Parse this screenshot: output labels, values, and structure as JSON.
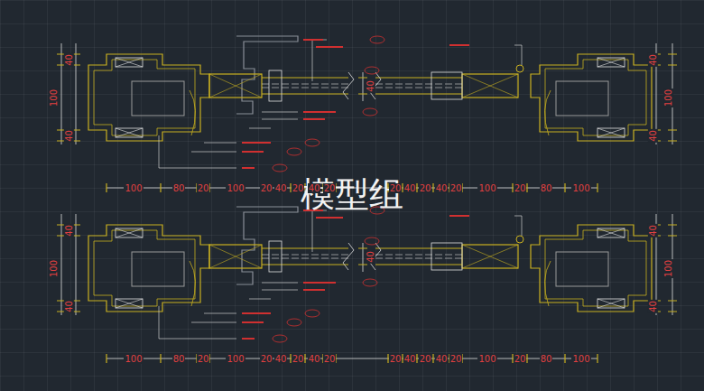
{
  "diagram": {
    "labels": [
      "模型组",
      "100",
      "80",
      "20",
      "100",
      "20",
      "40",
      "20",
      "40",
      "20",
      "20",
      "40",
      "20",
      "40",
      "20",
      "100",
      "20",
      "80",
      "100",
      "100",
      "40",
      "40",
      "40",
      "100",
      "40",
      "40",
      "100",
      "80",
      "20",
      "100",
      "20",
      "40",
      "20",
      "40",
      "20",
      "20",
      "40",
      "20",
      "40",
      "20",
      "100",
      "20",
      "80",
      "100",
      "100",
      "40",
      "40",
      "40",
      "100",
      "40",
      "40"
    ]
  }
}
